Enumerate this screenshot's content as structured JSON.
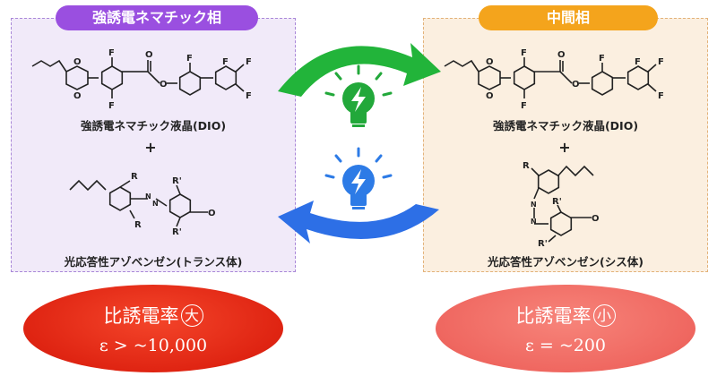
{
  "left_panel": {
    "title": "強誘電ネマチック相",
    "lc_caption": "強誘電ネマチック液晶(DIO)",
    "plus": "+",
    "azo_caption": "光応答性アゾベンゼン(トランス体)"
  },
  "right_panel": {
    "title": "中間相",
    "lc_caption": "強誘電ネマチック液晶(DIO)",
    "plus": "+",
    "azo_caption": "光応答性アゾベンゼン(シス体)"
  },
  "molecule_labels": {
    "F": "F",
    "O": "O",
    "R": "R",
    "R_prime": "R'",
    "N": "N"
  },
  "left_result": {
    "label": "比誘電率",
    "size_char": "大",
    "value": "ε > ~10,000"
  },
  "right_result": {
    "label": "比誘電率",
    "size_char": "小",
    "value": "ε = ~200"
  },
  "colors": {
    "left_title": "#9a4fe0",
    "right_title": "#f4a41c",
    "forward_arrow": "#22b43a",
    "back_arrow": "#2d6fe6",
    "green_bulb": "#22a83a",
    "blue_bulb": "#2d7be6",
    "left_oval": "#df2412",
    "right_oval": "#ef6760"
  },
  "icons": [
    "lightbulb-icon",
    "lightning-icon",
    "arrow-icon"
  ]
}
